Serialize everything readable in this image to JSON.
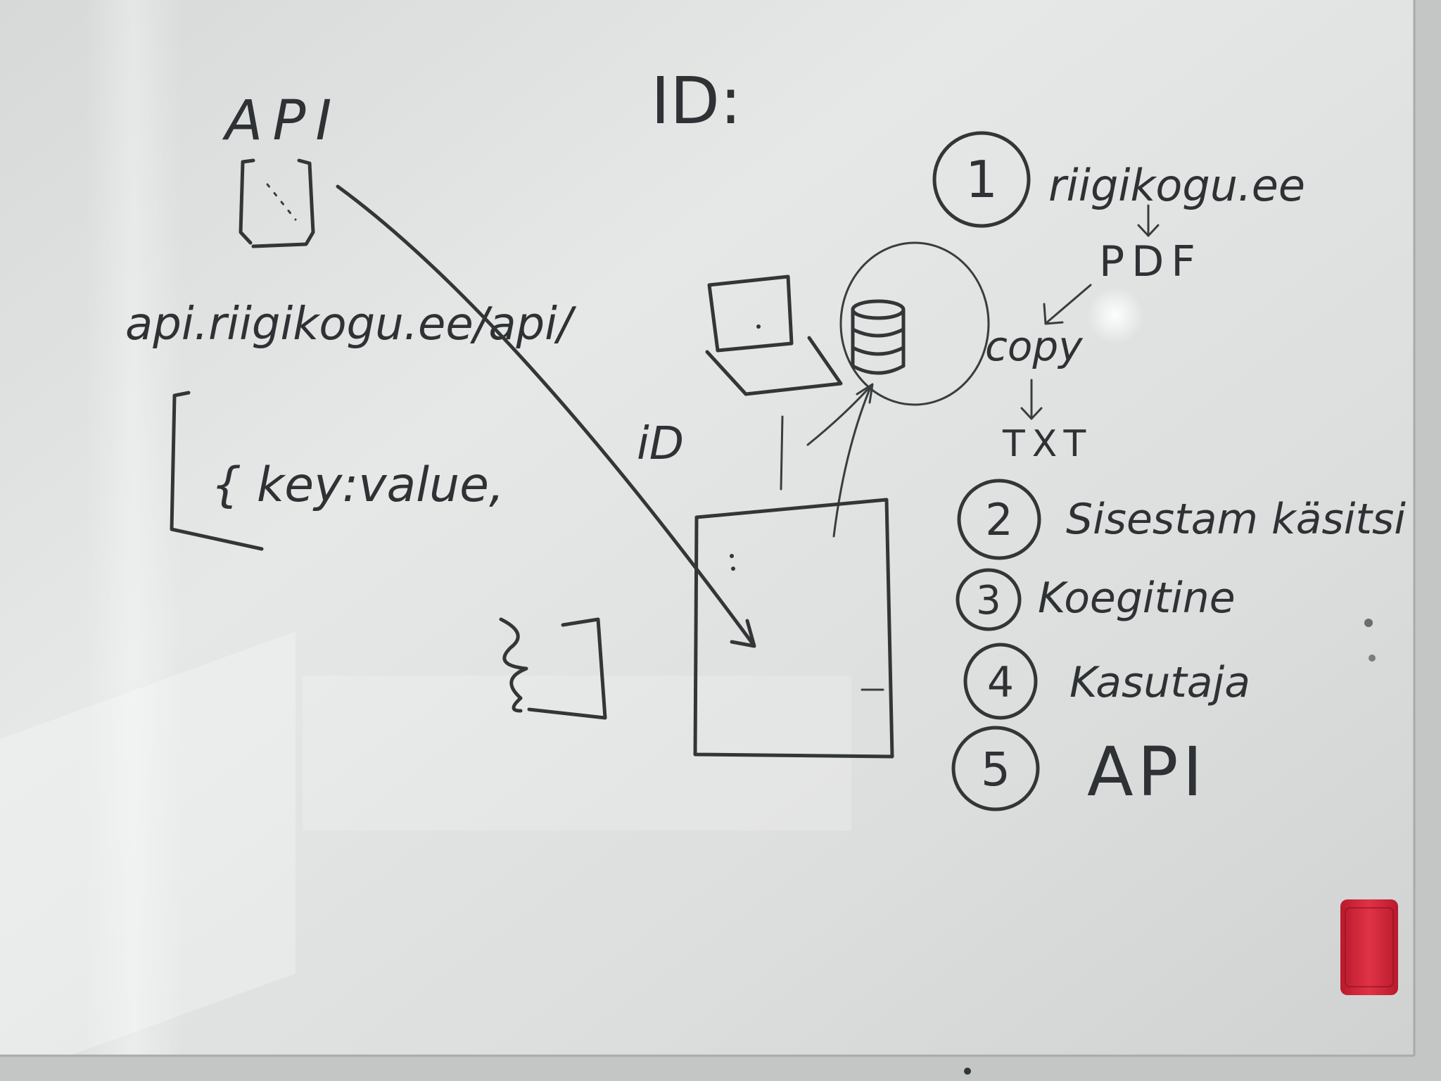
{
  "board": {
    "colors": {
      "board_base": "#e4e6e6",
      "board_shadow": "#b9bcbc",
      "marker": "#2f3234",
      "frame": "#c9cbcb",
      "eraser": "#d8283c"
    },
    "left": {
      "api_heading": "API",
      "url": "api.riigikogu.ee/api/",
      "json_snippet": "{ key:value,"
    },
    "center": {
      "id_heading": "ID:",
      "id_label": "iD"
    },
    "steps": [
      {
        "number": "1",
        "label": "riigikogu.ee"
      },
      {
        "number": "2",
        "label": "Sisestam käsitsi"
      },
      {
        "number": "3",
        "label": "Koegitine"
      },
      {
        "number": "4",
        "label": "Kasutaja"
      },
      {
        "number": "5",
        "label": "API"
      }
    ],
    "pipeline": {
      "pdf": "PDF",
      "copy": "copy",
      "txt": "TXT"
    }
  }
}
